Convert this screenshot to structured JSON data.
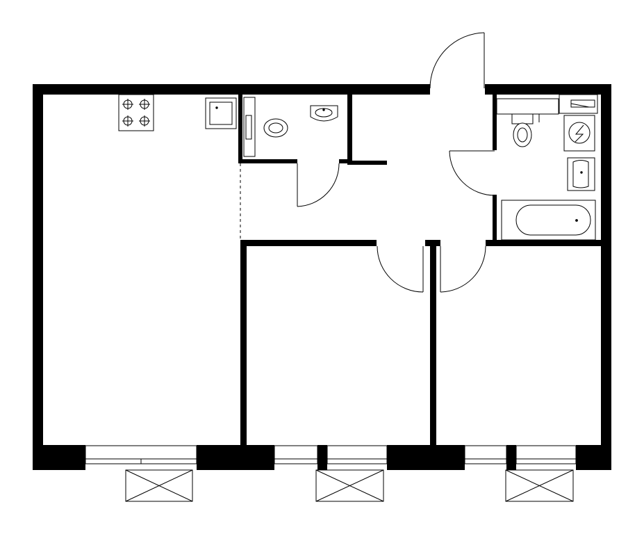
{
  "plan": {
    "wall_color": "#000000",
    "line_color": "#000000",
    "background": "#ffffff",
    "rooms": [
      "kitchen-living-room",
      "bedroom-middle",
      "bedroom-right",
      "toilet",
      "bathroom",
      "hallway"
    ],
    "fixtures": [
      "stove-icon",
      "kitchen-sink-icon",
      "toilet-icon",
      "washbasin-icon",
      "bathtub-icon",
      "washing-machine-icon"
    ]
  }
}
